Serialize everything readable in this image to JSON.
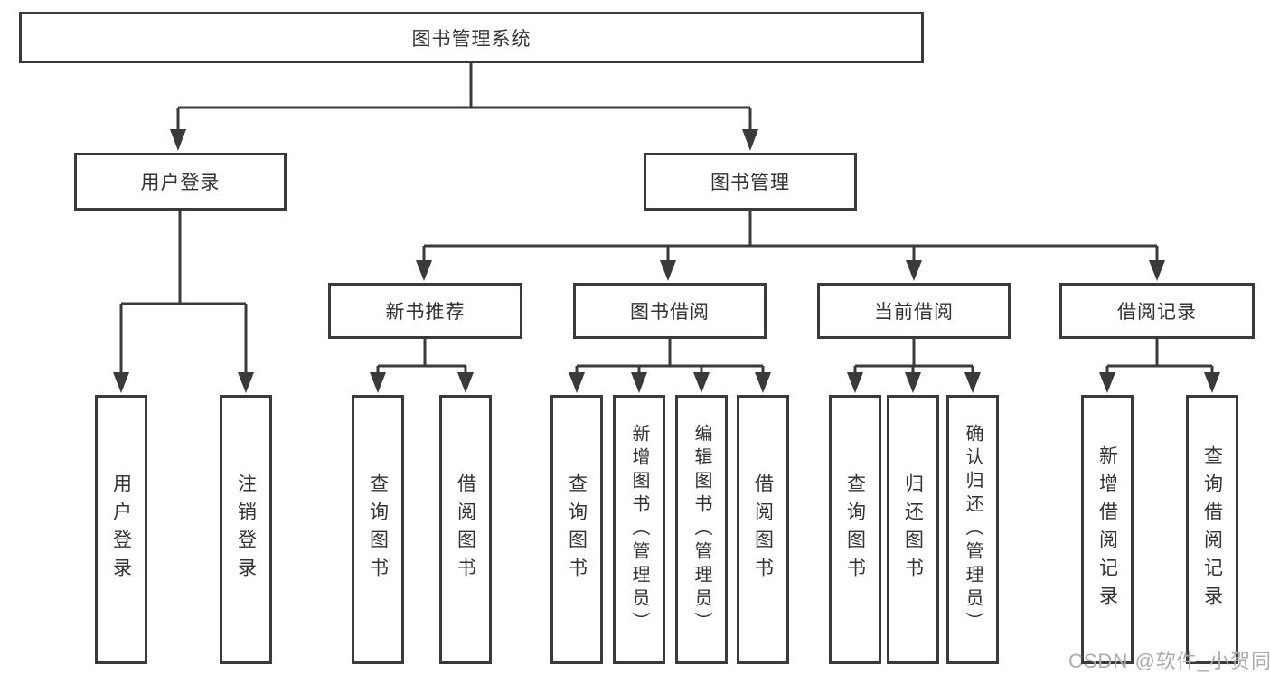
{
  "tree": {
    "label": "图书管理系统",
    "children": [
      {
        "label": "用户登录",
        "children": [
          {
            "label": "用户登录"
          },
          {
            "label": "注销登录"
          }
        ]
      },
      {
        "label": "图书管理",
        "children": [
          {
            "label": "新书推荐",
            "children": [
              {
                "label": "查询图书"
              },
              {
                "label": "借阅图书"
              }
            ]
          },
          {
            "label": "图书借阅",
            "children": [
              {
                "label": "查询图书"
              },
              {
                "label": "新增图书（管理员）"
              },
              {
                "label": "编辑图书（管理员）"
              },
              {
                "label": "借阅图书"
              }
            ]
          },
          {
            "label": "当前借阅",
            "children": [
              {
                "label": "查询图书"
              },
              {
                "label": "归还图书"
              },
              {
                "label": "确认归还（管理员）"
              }
            ]
          },
          {
            "label": "借阅记录",
            "children": [
              {
                "label": "新增借阅记录"
              },
              {
                "label": "查询借阅记录"
              }
            ]
          }
        ]
      }
    ]
  },
  "watermark": "CSDN @软件_小贺同学",
  "colors": {
    "line": "#3a3a3a",
    "text": "#333333",
    "watermark": "#ababab",
    "background": "#ffffff"
  }
}
